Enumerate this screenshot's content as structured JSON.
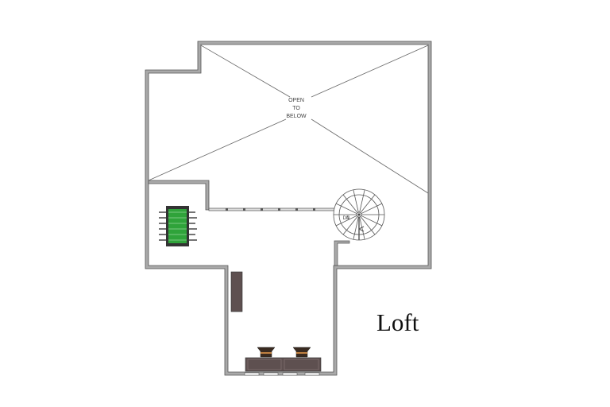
{
  "plan": {
    "room_label": "Loft",
    "open_label": [
      "OPEN",
      "TO",
      "BELOW"
    ],
    "stair_label": "DN"
  },
  "colors": {
    "wall": "#a9a9a9",
    "wall_outline": "#555555",
    "foosball": "#2fa33a",
    "furniture": "#5e5050"
  }
}
